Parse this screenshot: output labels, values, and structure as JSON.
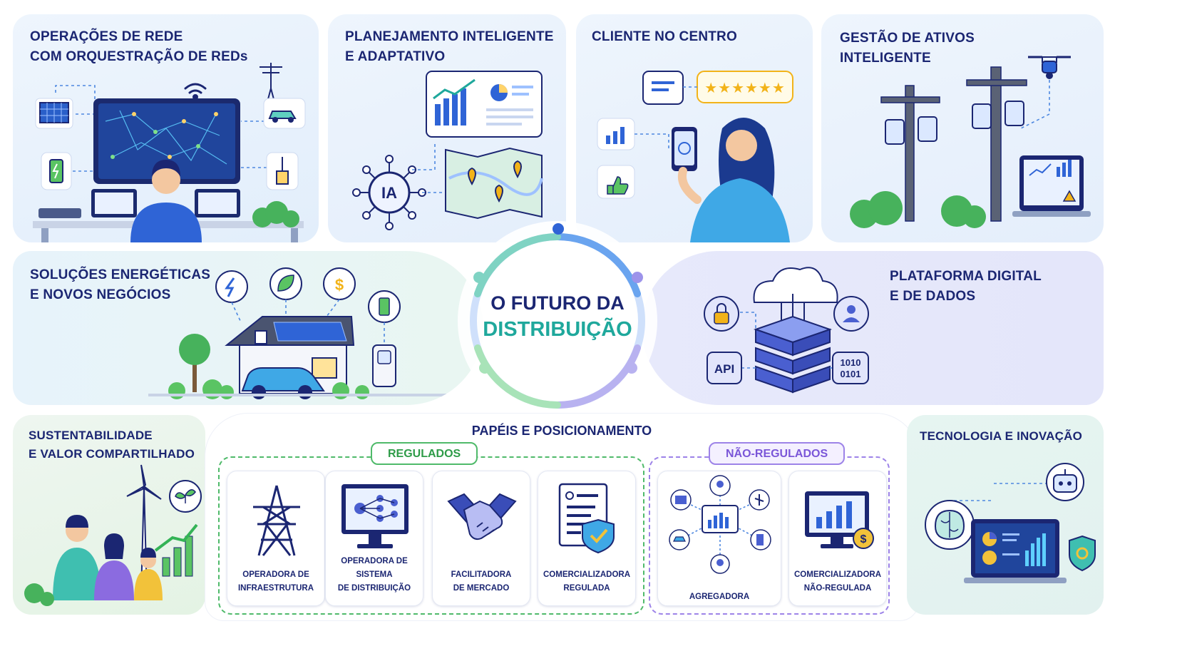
{
  "center": {
    "line1": "O FUTURO DA",
    "line2": "DISTRIBUIÇÃO"
  },
  "panels": {
    "operacoes": {
      "title": "OPERAÇÕES DE REDE\nCOM ORQUESTRAÇÃO DE REDs"
    },
    "planejamento": {
      "title": "PLANEJAMENTO INTELIGENTE\nE ADAPTATIVO",
      "ia_label": "IA"
    },
    "cliente": {
      "title": "CLIENTE NO CENTRO",
      "rating": "★★★★★★"
    },
    "gestao": {
      "title": "GESTÃO DE ATIVOS\nINTELIGENTE"
    },
    "solucoes": {
      "title": "SOLUÇÕES ENERGÉTICAS\nE NOVOS NEGÓCIOS",
      "dollar": "$"
    },
    "plataforma": {
      "title": "PLATAFORMA DIGITAL\nE DE DADOS",
      "api_label": "API",
      "binary": "1010\n0101"
    },
    "sustentabilidade": {
      "title": "SUSTENTABILIDADE\nE VALOR COMPARTILHADO"
    },
    "tecnologia": {
      "title": "TECNOLOGIA E INOVAÇÃO"
    }
  },
  "papeis": {
    "title": "PAPÉIS E POSICIONAMENTO",
    "regulados": {
      "label": "REGULADOS",
      "roles": [
        {
          "label": "OPERADORA DE\nINFRAESTRUTURA",
          "icon": "transmission-tower-icon"
        },
        {
          "label": "OPERADORA DE SISTEMA\nDE DISTRIBUIÇÃO",
          "icon": "network-monitor-icon"
        },
        {
          "label": "FACILITADORA\nDE MERCADO",
          "icon": "handshake-icon"
        },
        {
          "label": "COMERCIALIZADORA\nREGULADA",
          "icon": "document-shield-icon"
        }
      ]
    },
    "nao_regulados": {
      "label": "NÃO-REGULADOS",
      "roles": [
        {
          "label": "AGREGADORA",
          "icon": "aggregator-hub-icon"
        },
        {
          "label": "COMERCIALIZADORA\nNÃO-REGULADA",
          "icon": "monitor-chart-dollar-icon"
        }
      ]
    }
  },
  "colors": {
    "navy": "#1b2672",
    "blue": "#2f64d6",
    "teal": "#1fa89c",
    "green": "#34b356",
    "purple": "#8b6be0",
    "gold": "#f2b319"
  }
}
